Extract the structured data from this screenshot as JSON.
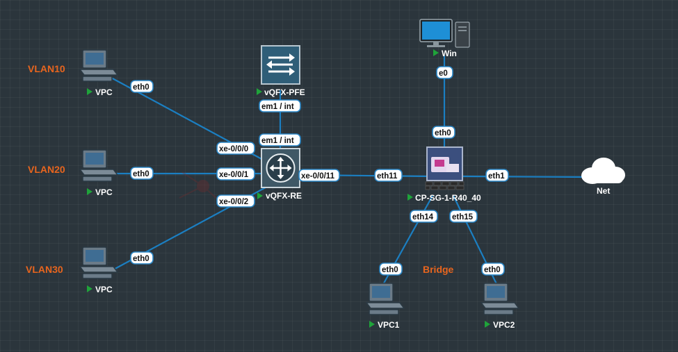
{
  "annotations": {
    "vlan10": "VLAN10",
    "vlan20": "VLAN20",
    "vlan30": "VLAN30",
    "bridge": "Bridge"
  },
  "nodes": {
    "vpc_top": "VPC",
    "vpc_mid": "VPC",
    "vpc_bot": "VPC",
    "pfe": "vQFX-PFE",
    "re": "vQFX-RE",
    "win": "Win",
    "cp": "CP-SG-1-R40_40",
    "net": "Net",
    "vpc1": "VPC1",
    "vpc2": "VPC2"
  },
  "ports": {
    "vpc_top_eth0": "eth0",
    "vpc_mid_eth0": "eth0",
    "vpc_bot_eth0": "eth0",
    "re_xe000": "xe-0/0/0",
    "re_xe001": "xe-0/0/1",
    "re_xe002": "xe-0/0/2",
    "pfe_em1": "em1 / int",
    "re_em1": "em1 / int",
    "re_xe0011": "xe-0/0/11",
    "cp_eth11": "eth11",
    "win_e0": "e0",
    "cp_eth0": "eth0",
    "cp_eth1": "eth1",
    "cp_eth14": "eth14",
    "cp_eth15": "eth15",
    "vpc1_eth0": "eth0",
    "vpc2_eth0": "eth0"
  },
  "colors": {
    "canvas_bg": "#2b353c",
    "link": "#1b7fc2",
    "annotation": "#e8651e",
    "running": "#1fa33a"
  },
  "icons": {
    "vpc": "desktop-computer-icon",
    "pfe": "switch-arrows-icon",
    "re": "router-icon",
    "win": "windows-monitor-icon",
    "cp": "firewall-icon",
    "net": "cloud-icon"
  }
}
